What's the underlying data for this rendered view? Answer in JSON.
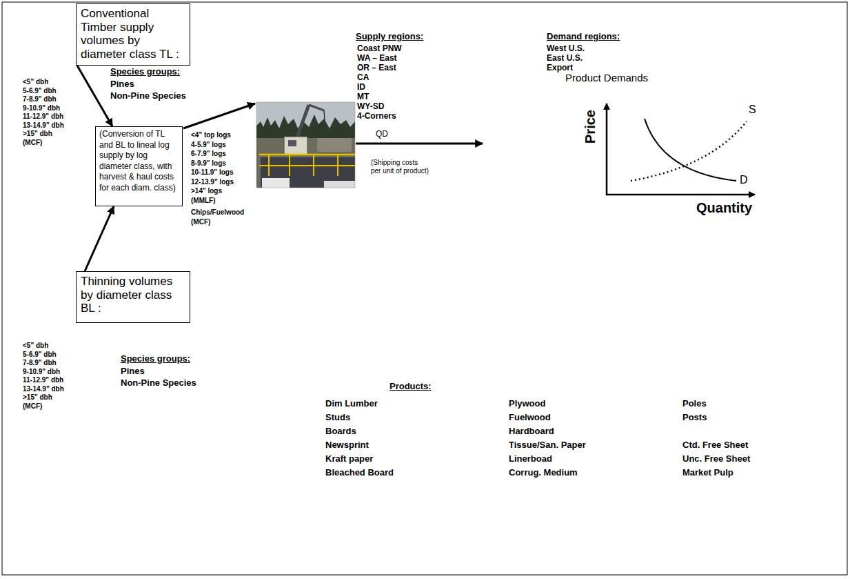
{
  "diagram": {
    "nodes": [
      {
        "text": [
          "Conventional Timber supply volumes by diameter class TL :"
        ]
      },
      {
        "text": [
          "(Conversion of TL and BL to lineal log supply by log diameter class, with harvest & haul costs for each diam. class)"
        ]
      },
      {
        "text": [
          "Thinning volumes by diameter class BL :"
        ]
      }
    ],
    "edges": [
      {
        "from": 0,
        "to": 1,
        "arrow": "to"
      },
      {
        "from": 2,
        "to": 1,
        "arrow": "to"
      }
    ],
    "labels": [
      "<5\" dbh",
      "5-6.9\" dbh",
      "7-8.9\" dbh",
      "9-10.9\" dbh",
      "11-12.9\" dbh",
      "13-14.9\" dbh",
      ">15\" dbh",
      "(MCF)",
      "Species groups:",
      "Pines",
      "Non-Pine Species",
      "<4\" top logs",
      "4-5.9\" logs",
      "6-7.9\" logs",
      "8-9.9\" logs",
      "10-11.9\" logs",
      "12-13.9\" logs",
      ">14\" logs",
      "(MMLF)",
      "Chips/Fuelwood",
      "(MCF)",
      "Supply regions:",
      "Coast PNW",
      "WA – East",
      "OR – East",
      "CA",
      "ID",
      "MT",
      "WY-SD",
      "4-Corners",
      "Demand regions:",
      "West U.S.",
      "East U.S.",
      "Export",
      "Product Demands",
      "Price",
      "S",
      "D",
      "Quantity",
      "QD",
      "(Shipping costs per unit of product)",
      "Products:",
      "Dim Lumber",
      "Plywood",
      "Poles",
      "Studs",
      "Fuelwood",
      "Posts",
      "Boards",
      "Hardboard",
      "Newsprint",
      "Tissue/San. Paper",
      "Ctd. Free Sheet",
      "Kraft paper",
      "Linerboad",
      "Unc. Free Sheet",
      "Bleached Board",
      "Corrug. Medium",
      "Market Pulp",
      "<5\" dbh",
      "5-6.9\" dbh",
      "7-8.9\" dbh",
      "9-10.9\" dbh",
      "11-12.9\" dbh",
      "13-14.9\" dbh",
      ">15\" dbh",
      "(MCF)",
      "Species groups:",
      "Pines",
      "Non-Pine Species"
    ]
  }
}
